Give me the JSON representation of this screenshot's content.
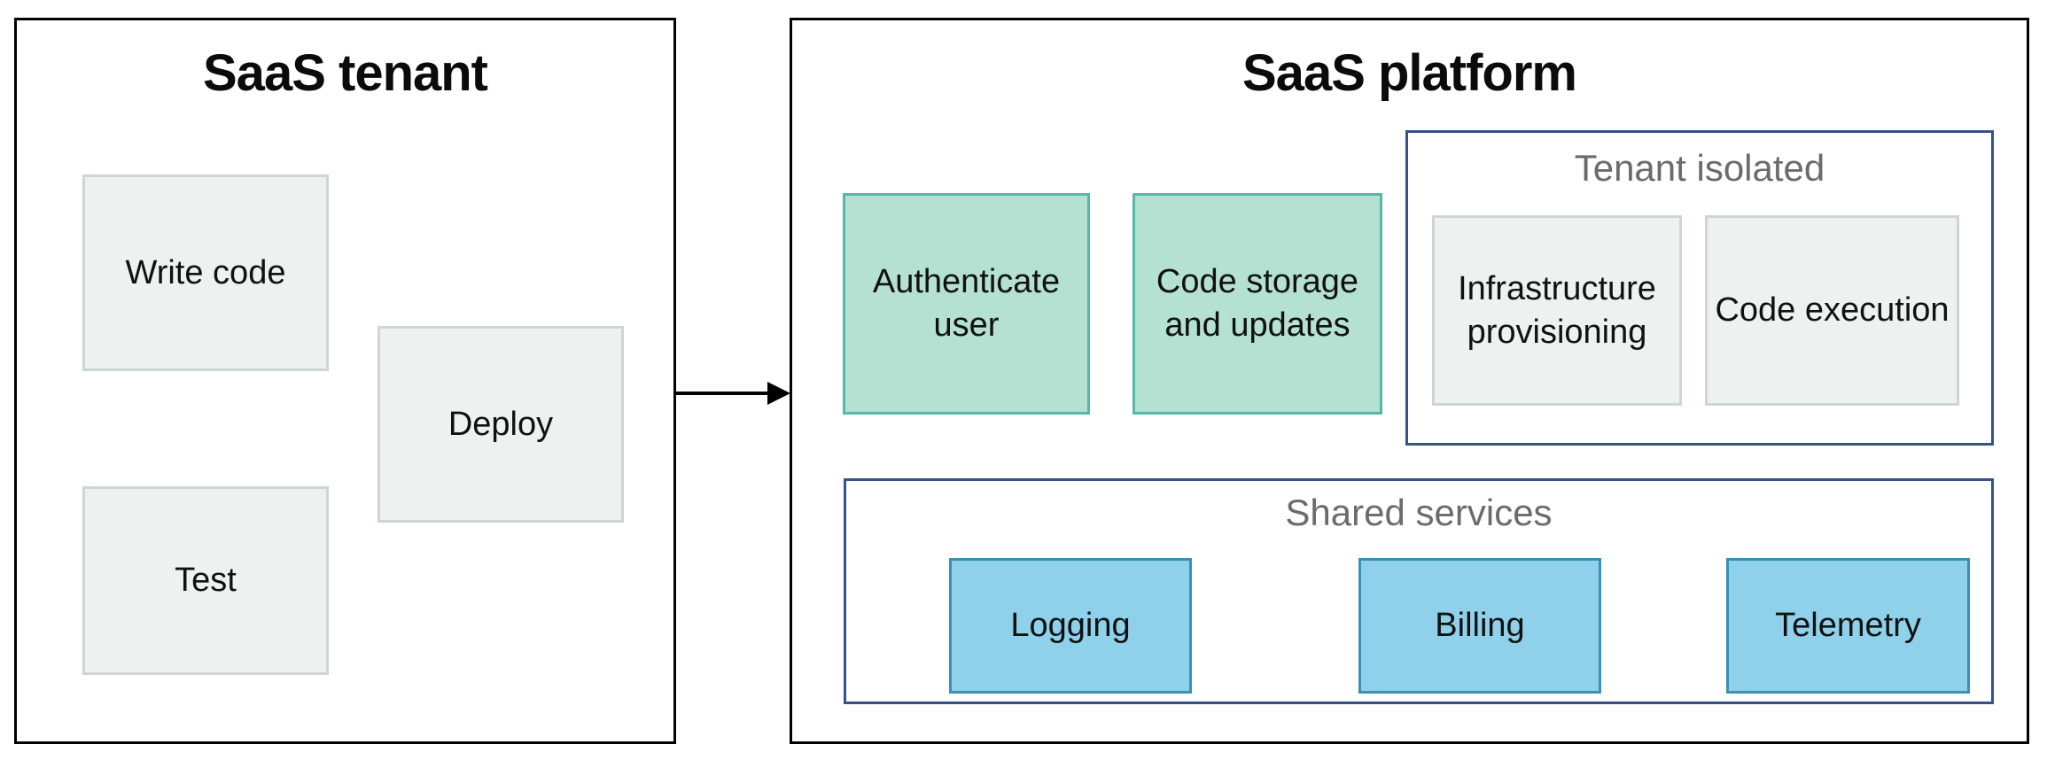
{
  "tenant": {
    "title": "SaaS tenant",
    "boxes": [
      {
        "label": "Write code"
      },
      {
        "label": "Deploy"
      },
      {
        "label": "Test"
      }
    ]
  },
  "arrow": {
    "direction": "left-to-right"
  },
  "platform": {
    "title": "SaaS platform",
    "entry_boxes": [
      {
        "label": "Authenticate user"
      },
      {
        "label": "Code storage and updates"
      }
    ],
    "tenant_isolated": {
      "label": "Tenant isolated",
      "boxes": [
        {
          "label": "Infrastructure provisioning"
        },
        {
          "label": "Code execution"
        }
      ]
    },
    "shared_services": {
      "label": "Shared services",
      "boxes": [
        {
          "label": "Logging"
        },
        {
          "label": "Billing"
        },
        {
          "label": "Telemetry"
        }
      ]
    }
  },
  "colors": {
    "gray_fill": "#eff1f0",
    "gray_border": "#ccd5d7",
    "green_fill": "#b4e1d1",
    "green_border": "#56b9a8",
    "blue_fill": "#8fd0ea",
    "blue_border": "#3a90b5",
    "navy_border": "#36508c",
    "label_gray": "#6b6b6b",
    "outline_black": "#000000"
  }
}
